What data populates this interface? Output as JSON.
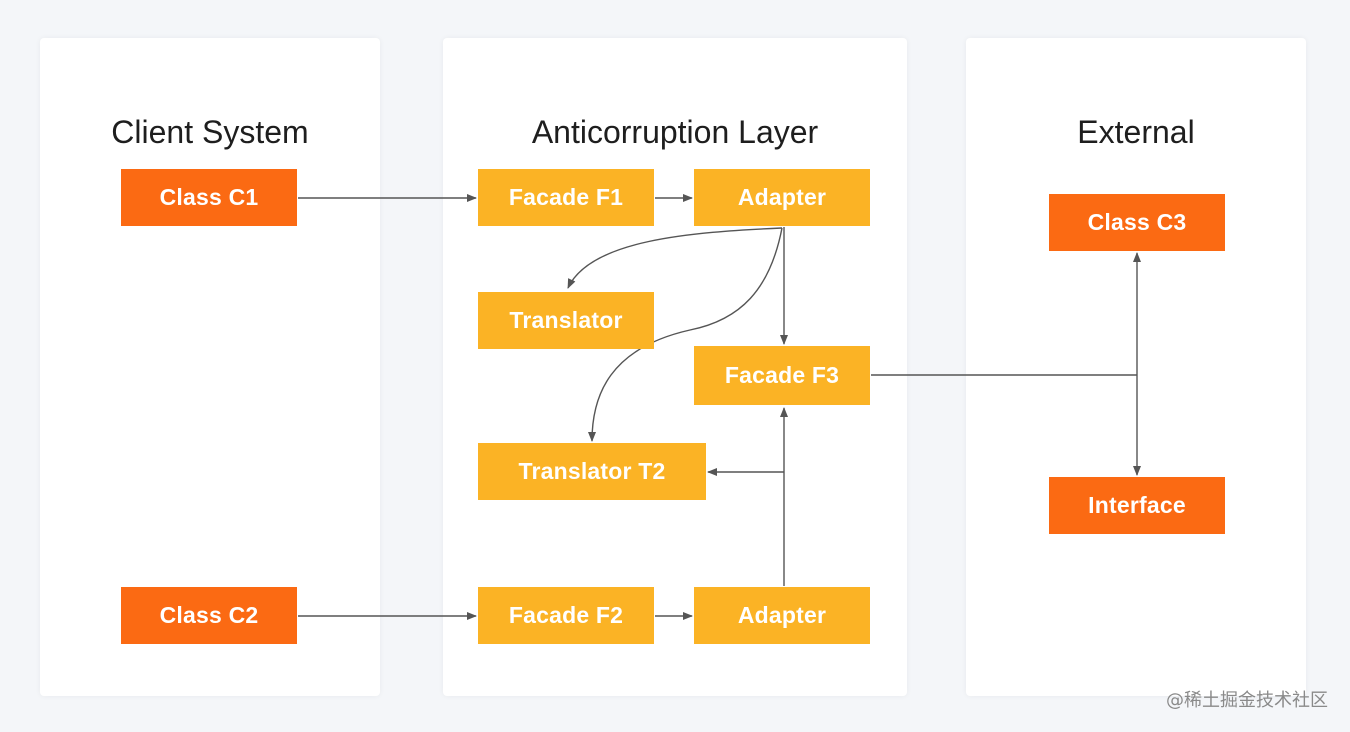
{
  "panels": {
    "client": {
      "title": "Client System"
    },
    "acl": {
      "title": "Anticorruption Layer"
    },
    "external": {
      "title": "External"
    }
  },
  "nodes": {
    "class_c1": "Class C1",
    "class_c2": "Class C2",
    "facade_f1": "Facade F1",
    "adapter_1": "Adapter",
    "translator": "Translator",
    "facade_f3": "Facade F3",
    "translator_t2": "Translator T2",
    "facade_f2": "Facade F2",
    "adapter_2": "Adapter",
    "class_c3": "Class C3",
    "interface": "Interface"
  },
  "colors": {
    "orange": "#fb6a13",
    "yellow": "#fbb325",
    "arrow": "#555555"
  },
  "watermark": "@稀土掘金技术社区"
}
